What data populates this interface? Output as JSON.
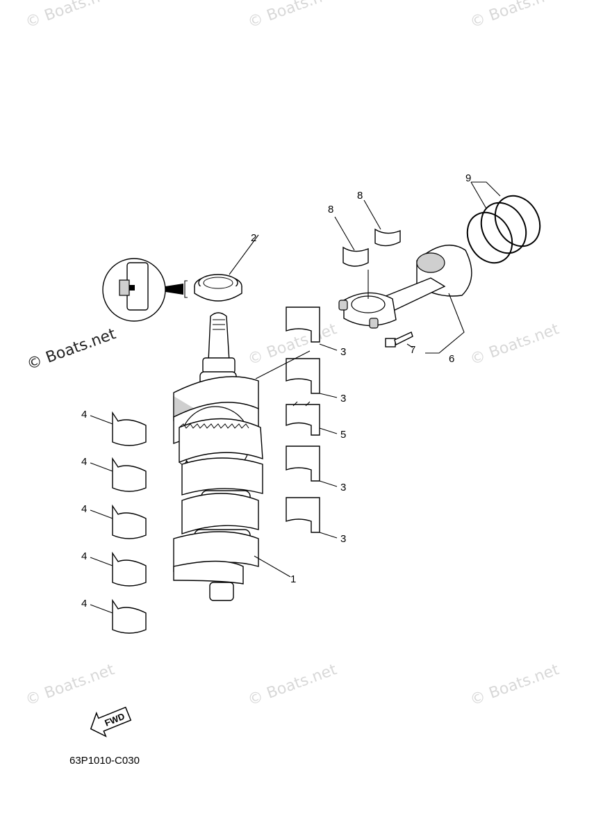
{
  "watermark": "© Boats.net",
  "figure_code": "63P1010-C030",
  "fwd_label": "FWD",
  "callouts": {
    "crankshaft": "1",
    "oil_seal": "2",
    "main_bearing_upper_1": "3",
    "main_bearing_upper_2": "3",
    "thrust_bearing": "5",
    "main_bearing_upper_3": "3",
    "main_bearing_upper_4": "3",
    "main_bearing_lower_1": "4",
    "main_bearing_lower_2": "4",
    "main_bearing_lower_3": "4",
    "main_bearing_lower_4": "4",
    "main_bearing_lower_5": "4",
    "connecting_rod_assy": "6",
    "rod_bolt": "7",
    "rod_bearing_upper": "8",
    "rod_bearing_lower": "8",
    "piston_ring_set": "9"
  }
}
